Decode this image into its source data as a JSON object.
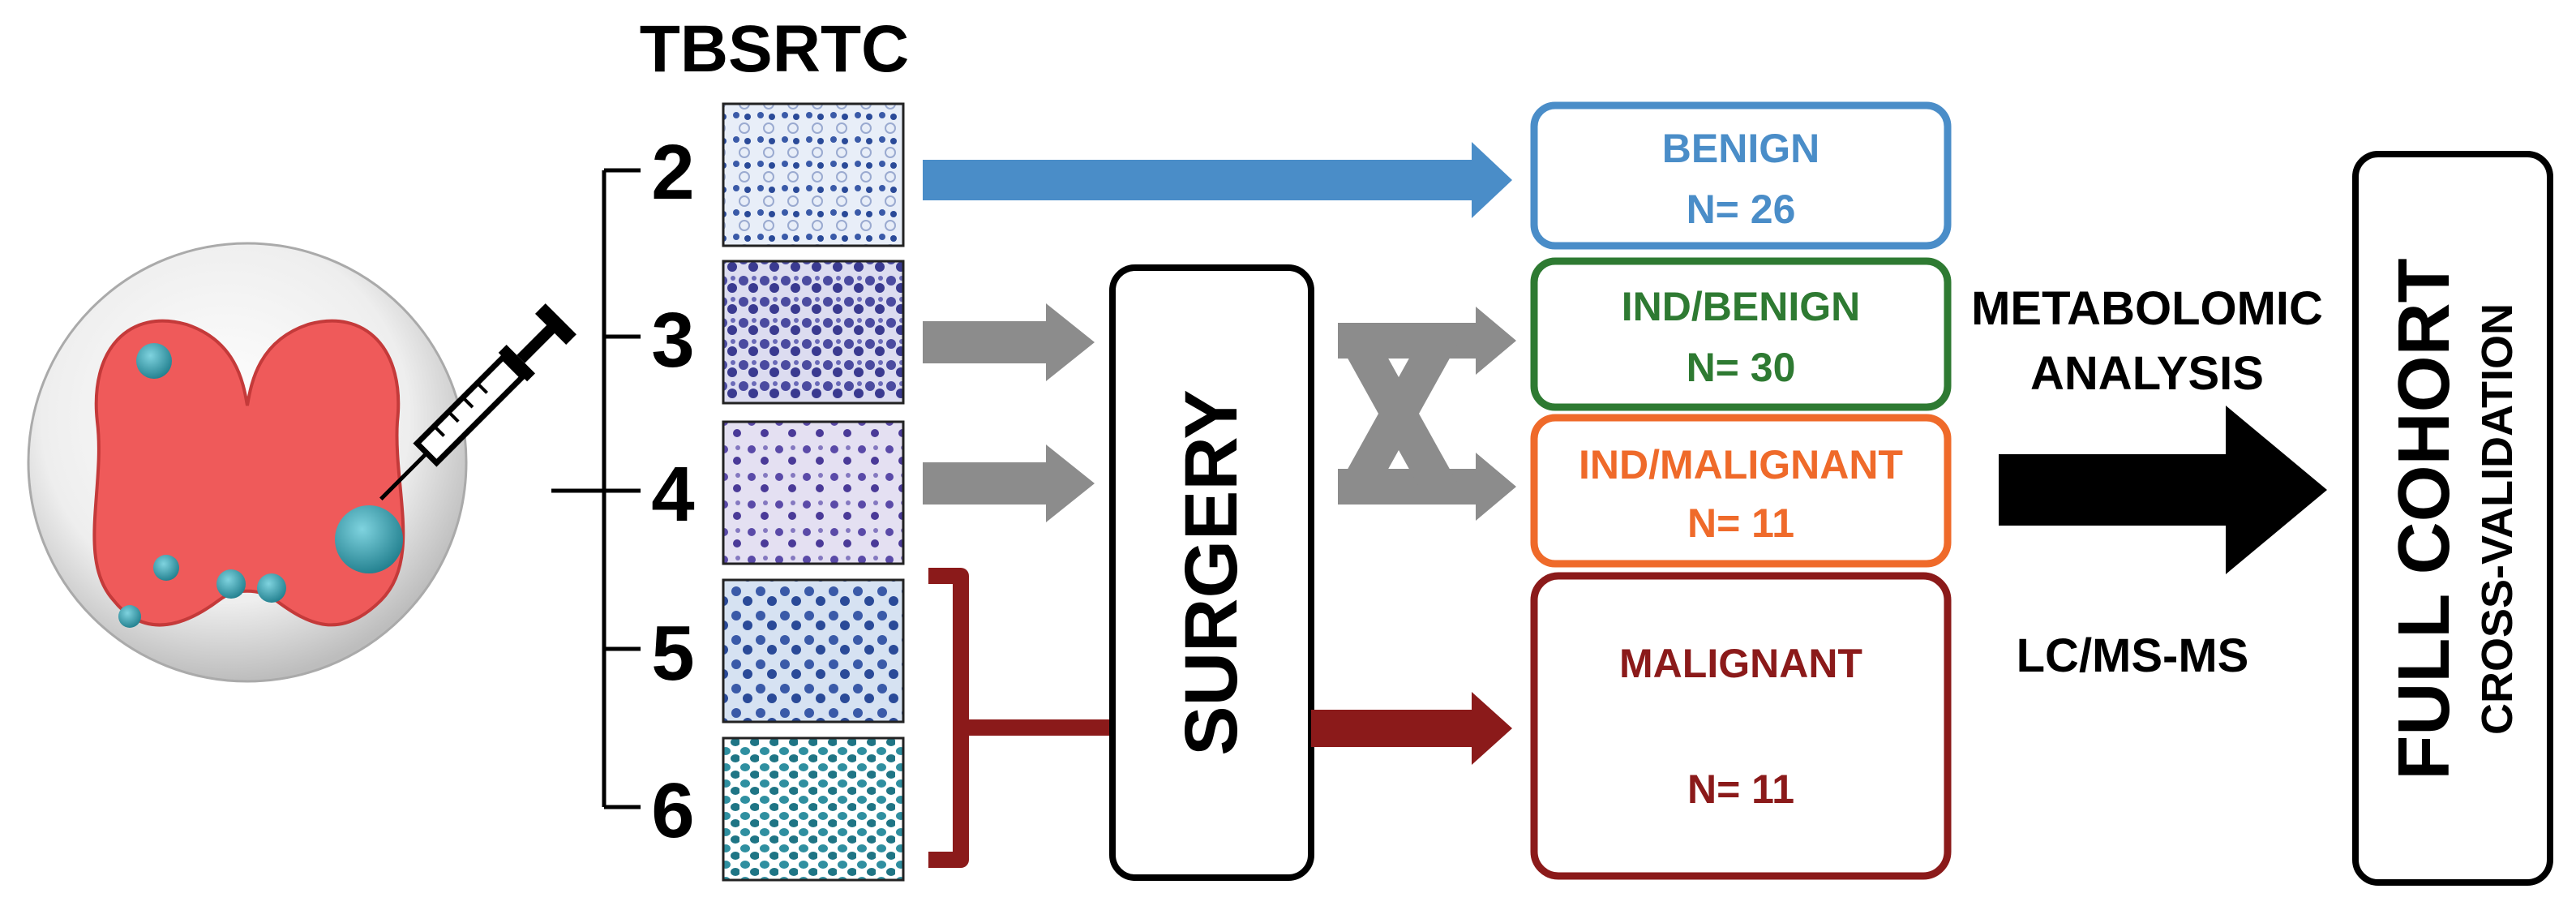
{
  "header": {
    "title": "TBSRTC"
  },
  "categories": [
    {
      "number": "2"
    },
    {
      "number": "3"
    },
    {
      "number": "4"
    },
    {
      "number": "5"
    },
    {
      "number": "6"
    }
  ],
  "surgery": {
    "label": "SURGERY"
  },
  "outcomes": [
    {
      "label": "BENIGN",
      "count": "N= 26",
      "color": "#4a8dc8"
    },
    {
      "label": "IND/BENIGN",
      "count": "N= 30",
      "color": "#2e7a32"
    },
    {
      "label": "IND/MALIGNANT",
      "count": "N= 11",
      "color": "#ef6a2a"
    },
    {
      "label": "MALIGNANT",
      "count": "N= 11",
      "color": "#8b1a1a"
    }
  ],
  "analysis": {
    "line1": "METABOLOMIC",
    "line2": "ANALYSIS",
    "method": "LC/MS-MS"
  },
  "final": {
    "line1": "FULL COHORT",
    "line2": "CROSS-VALIDATION"
  },
  "colors": {
    "benign_arrow": "#4a8dc8",
    "gray_arrow": "#8c8c8c",
    "malignant_arrow": "#8b1a1a",
    "black_arrow": "#000000"
  }
}
